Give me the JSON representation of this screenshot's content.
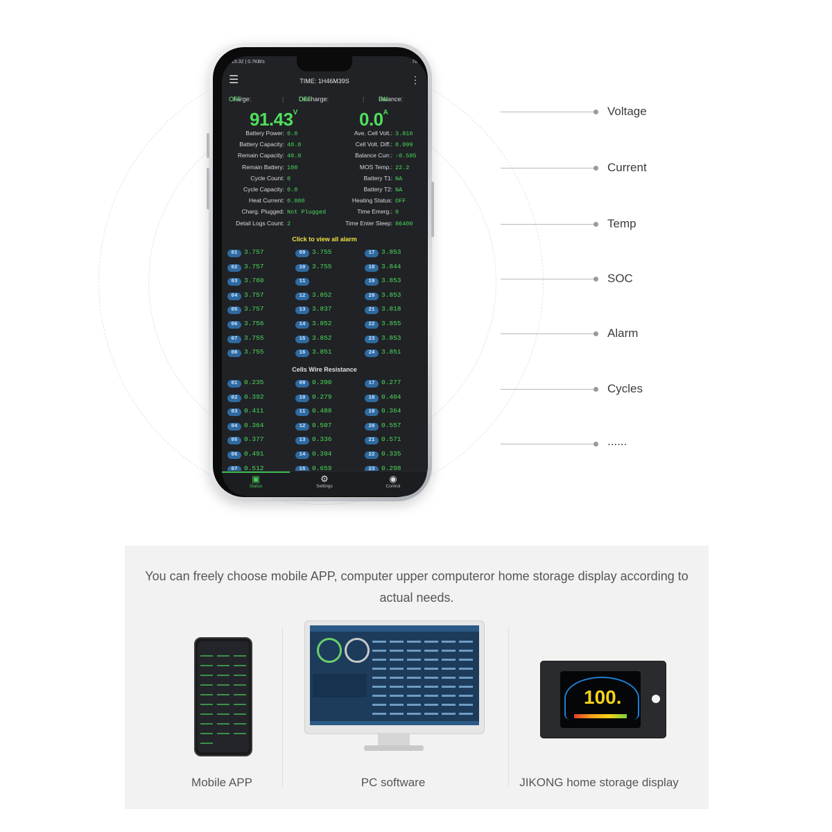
{
  "phone": {
    "status_left": "15:32 | 0.7KB/s",
    "status_right": "78",
    "app_title": "TIME: 1H46M39S",
    "flags": {
      "charge_label": "Charge:",
      "charge_value": "OFF",
      "discharge_label": "Discharge:",
      "discharge_value": "OFF",
      "balance_label": "Balance:",
      "balance_value": "ON"
    },
    "voltage": "91.43",
    "voltage_unit": "V",
    "current": "0.0",
    "current_unit": "A",
    "left_info": [
      {
        "label": "Battery Power:",
        "value": "0.0"
      },
      {
        "label": "Battery Capacity:",
        "value": "40.0"
      },
      {
        "label": "Remain Capacity:",
        "value": "40.0"
      },
      {
        "label": "Remain Battery:",
        "value": "100"
      },
      {
        "label": "Cycle Count:",
        "value": "0"
      },
      {
        "label": "Cycle Capacity:",
        "value": "0.0"
      },
      {
        "label": "Heat Current:",
        "value": "0.000"
      },
      {
        "label": "Charg. Plugged:",
        "value": "Not Plugged"
      },
      {
        "label": "Detail Logs Count:",
        "value": "2"
      }
    ],
    "right_info": [
      {
        "label": "Ave. Cell Volt.:",
        "value": "3.810"
      },
      {
        "label": "Cell Volt. Diff.:",
        "value": "0.099"
      },
      {
        "label": "Balance Curr.:",
        "value": "-0.595"
      },
      {
        "label": "MOS Temp.:",
        "value": "22.2"
      },
      {
        "label": "Battery T1:",
        "value": "NA"
      },
      {
        "label": "Battery T2:",
        "value": "NA"
      },
      {
        "label": "Heating Status:",
        "value": "OFF"
      },
      {
        "label": "Time Emerg.:",
        "value": "0"
      },
      {
        "label": "Time Enter Sleep:",
        "value": "86400"
      }
    ],
    "alarm_link": "Click to view all alarm",
    "cells": [
      {
        "idx": "01",
        "v": "3.757"
      },
      {
        "idx": "02",
        "v": "3.757"
      },
      {
        "idx": "03",
        "v": "3.760"
      },
      {
        "idx": "04",
        "v": "3.757"
      },
      {
        "idx": "05",
        "v": "3.757"
      },
      {
        "idx": "06",
        "v": "3.756"
      },
      {
        "idx": "07",
        "v": "3.755",
        "alert": true
      },
      {
        "idx": "08",
        "v": "3.755"
      },
      {
        "idx": "09",
        "v": "3.755"
      },
      {
        "idx": "10",
        "v": "3.755"
      },
      {
        "idx": "11",
        "v": ""
      },
      {
        "idx": "12",
        "v": "3.852"
      },
      {
        "idx": "13",
        "v": "3.837"
      },
      {
        "idx": "14",
        "v": "3.852"
      },
      {
        "idx": "15",
        "v": "3.852"
      },
      {
        "idx": "16",
        "v": "3.851"
      },
      {
        "idx": "17",
        "v": "3.853"
      },
      {
        "idx": "18",
        "v": "3.844"
      },
      {
        "idx": "19",
        "v": "3.853"
      },
      {
        "idx": "20",
        "v": "3.853"
      },
      {
        "idx": "21",
        "v": "3.818"
      },
      {
        "idx": "22",
        "v": "3.855"
      },
      {
        "idx": "23",
        "v": "3.853"
      },
      {
        "idx": "24",
        "v": "3.851"
      }
    ],
    "resistance_title": "Cells Wire Resistance",
    "resistance": [
      {
        "idx": "01",
        "v": "0.235"
      },
      {
        "idx": "02",
        "v": "0.392"
      },
      {
        "idx": "03",
        "v": "0.411"
      },
      {
        "idx": "04",
        "v": "0.364"
      },
      {
        "idx": "05",
        "v": "0.377"
      },
      {
        "idx": "06",
        "v": "0.491"
      },
      {
        "idx": "07",
        "v": "0.512"
      },
      {
        "idx": "09",
        "v": "0.390"
      },
      {
        "idx": "10",
        "v": "0.279"
      },
      {
        "idx": "11",
        "v": "0.488"
      },
      {
        "idx": "12",
        "v": "0.507"
      },
      {
        "idx": "13",
        "v": "0.336"
      },
      {
        "idx": "14",
        "v": "0.394"
      },
      {
        "idx": "15",
        "v": "0.659"
      },
      {
        "idx": "17",
        "v": "0.277"
      },
      {
        "idx": "18",
        "v": "0.404"
      },
      {
        "idx": "19",
        "v": "0.364"
      },
      {
        "idx": "20",
        "v": "0.557"
      },
      {
        "idx": "21",
        "v": "0.571"
      },
      {
        "idx": "22",
        "v": "0.335"
      },
      {
        "idx": "23",
        "v": "0.298"
      }
    ],
    "tabs": [
      {
        "label": "Status",
        "icon": "status-icon",
        "active": true
      },
      {
        "label": "Settings",
        "icon": "gear-icon"
      },
      {
        "label": "Control",
        "icon": "toggle-icon"
      }
    ]
  },
  "callouts": [
    "Voltage",
    "Current",
    "Temp",
    "SOC",
    "Alarm",
    "Cycles",
    "......"
  ],
  "panel": {
    "caption": "You can freely choose mobile APP, computer upper computeror home storage display according to actual needs.",
    "devices": [
      "Mobile APP",
      "PC software",
      "JIKONG home storage display"
    ],
    "display_number": "100."
  },
  "colors": {
    "accent_green": "#4ddc5a",
    "alert_red": "#ff4a3a",
    "link_yellow": "#f0e040",
    "index_badge": "#2f6aa0"
  }
}
